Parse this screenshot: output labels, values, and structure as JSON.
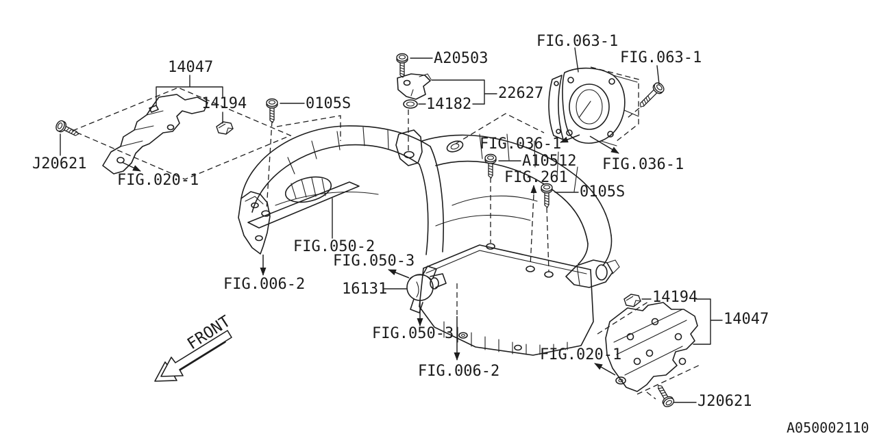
{
  "diagram": {
    "drawing_number": "A050002110",
    "front_indicator": "FRONT",
    "subject": "Intake manifold parts diagram",
    "colors": {
      "line": "#1d1d1d",
      "background": "#ffffff"
    }
  },
  "labels": [
    {
      "id": "14047-top-left",
      "text": "14047"
    },
    {
      "id": "14194-top-left",
      "text": "14194"
    },
    {
      "id": "0105s-left",
      "text": "0105S"
    },
    {
      "id": "a20503",
      "text": "A20503"
    },
    {
      "id": "fig-063-1-a",
      "text": "FIG.063-1"
    },
    {
      "id": "fig-063-1-b",
      "text": "FIG.063-1"
    },
    {
      "id": "22627",
      "text": "22627"
    },
    {
      "id": "14182",
      "text": "14182"
    },
    {
      "id": "j20621-top-left",
      "text": "J20621"
    },
    {
      "id": "fig-020-1-top-left",
      "text": "FIG.020-1"
    },
    {
      "id": "fig-036-1-a",
      "text": "FIG.036-1"
    },
    {
      "id": "a10512",
      "text": "A10512"
    },
    {
      "id": "fig-036-1-b",
      "text": "FIG.036-1"
    },
    {
      "id": "fig-261",
      "text": "FIG.261"
    },
    {
      "id": "0105s-right",
      "text": "0105S"
    },
    {
      "id": "fig-050-2",
      "text": "FIG.050-2"
    },
    {
      "id": "fig-050-3-a",
      "text": "FIG.050-3"
    },
    {
      "id": "fig-006-2-a",
      "text": "FIG.006-2"
    },
    {
      "id": "16131",
      "text": "16131"
    },
    {
      "id": "fig-050-3-b",
      "text": "FIG.050-3"
    },
    {
      "id": "fig-006-2-b",
      "text": "FIG.006-2"
    },
    {
      "id": "fig-020-1-bottom-right",
      "text": "FIG.020-1"
    },
    {
      "id": "14194-bottom-right",
      "text": "14194"
    },
    {
      "id": "14047-bottom-right",
      "text": "14047"
    },
    {
      "id": "j20621-bottom-right",
      "text": "J20621"
    }
  ],
  "parts_depicted": [
    {
      "part": "intake-manifold-assembly",
      "callouts": [
        "FIG.050-2",
        "FIG.050-3",
        "FIG.006-2"
      ]
    },
    {
      "part": "manifold-protector-bracket",
      "number": "14047",
      "clip": "14194",
      "bolt": "J20621",
      "ref": "FIG.020-1"
    },
    {
      "part": "pressure-sensor",
      "number": "22627",
      "bolt": "A20503",
      "o-ring": "14182"
    },
    {
      "part": "throttle-body",
      "ref": "FIG.063-1",
      "gasket_ref": "FIG.036-1"
    },
    {
      "part": "purge-control-valve",
      "number": "16131",
      "ref": "FIG.050-3"
    },
    {
      "part": "flange-bolts",
      "numbers": [
        "0105S",
        "A10512"
      ],
      "ref": "FIG.261"
    }
  ]
}
